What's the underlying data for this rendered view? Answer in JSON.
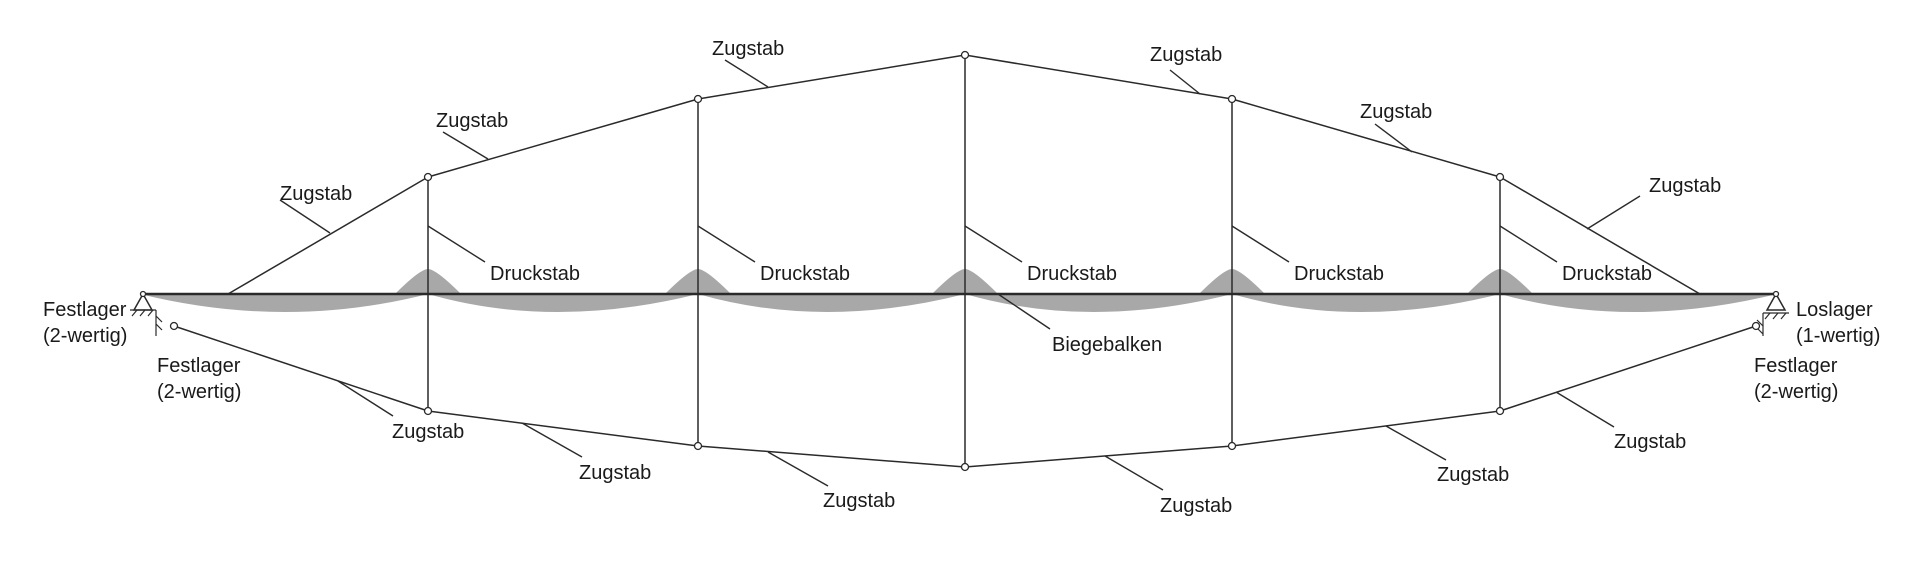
{
  "labels": {
    "tension": "Zugstab",
    "compression": "Druckstab",
    "beam": "Biegebalken",
    "fixed_support_line1": "Festlager",
    "fixed_support_line2": "(2-wertig)",
    "roller_support_line1": "Loslager",
    "roller_support_line2": "(1-wertig)"
  },
  "colors": {
    "line": "#2a2a2a",
    "moment_fill": "#a8a8a8",
    "background": "#ffffff"
  }
}
